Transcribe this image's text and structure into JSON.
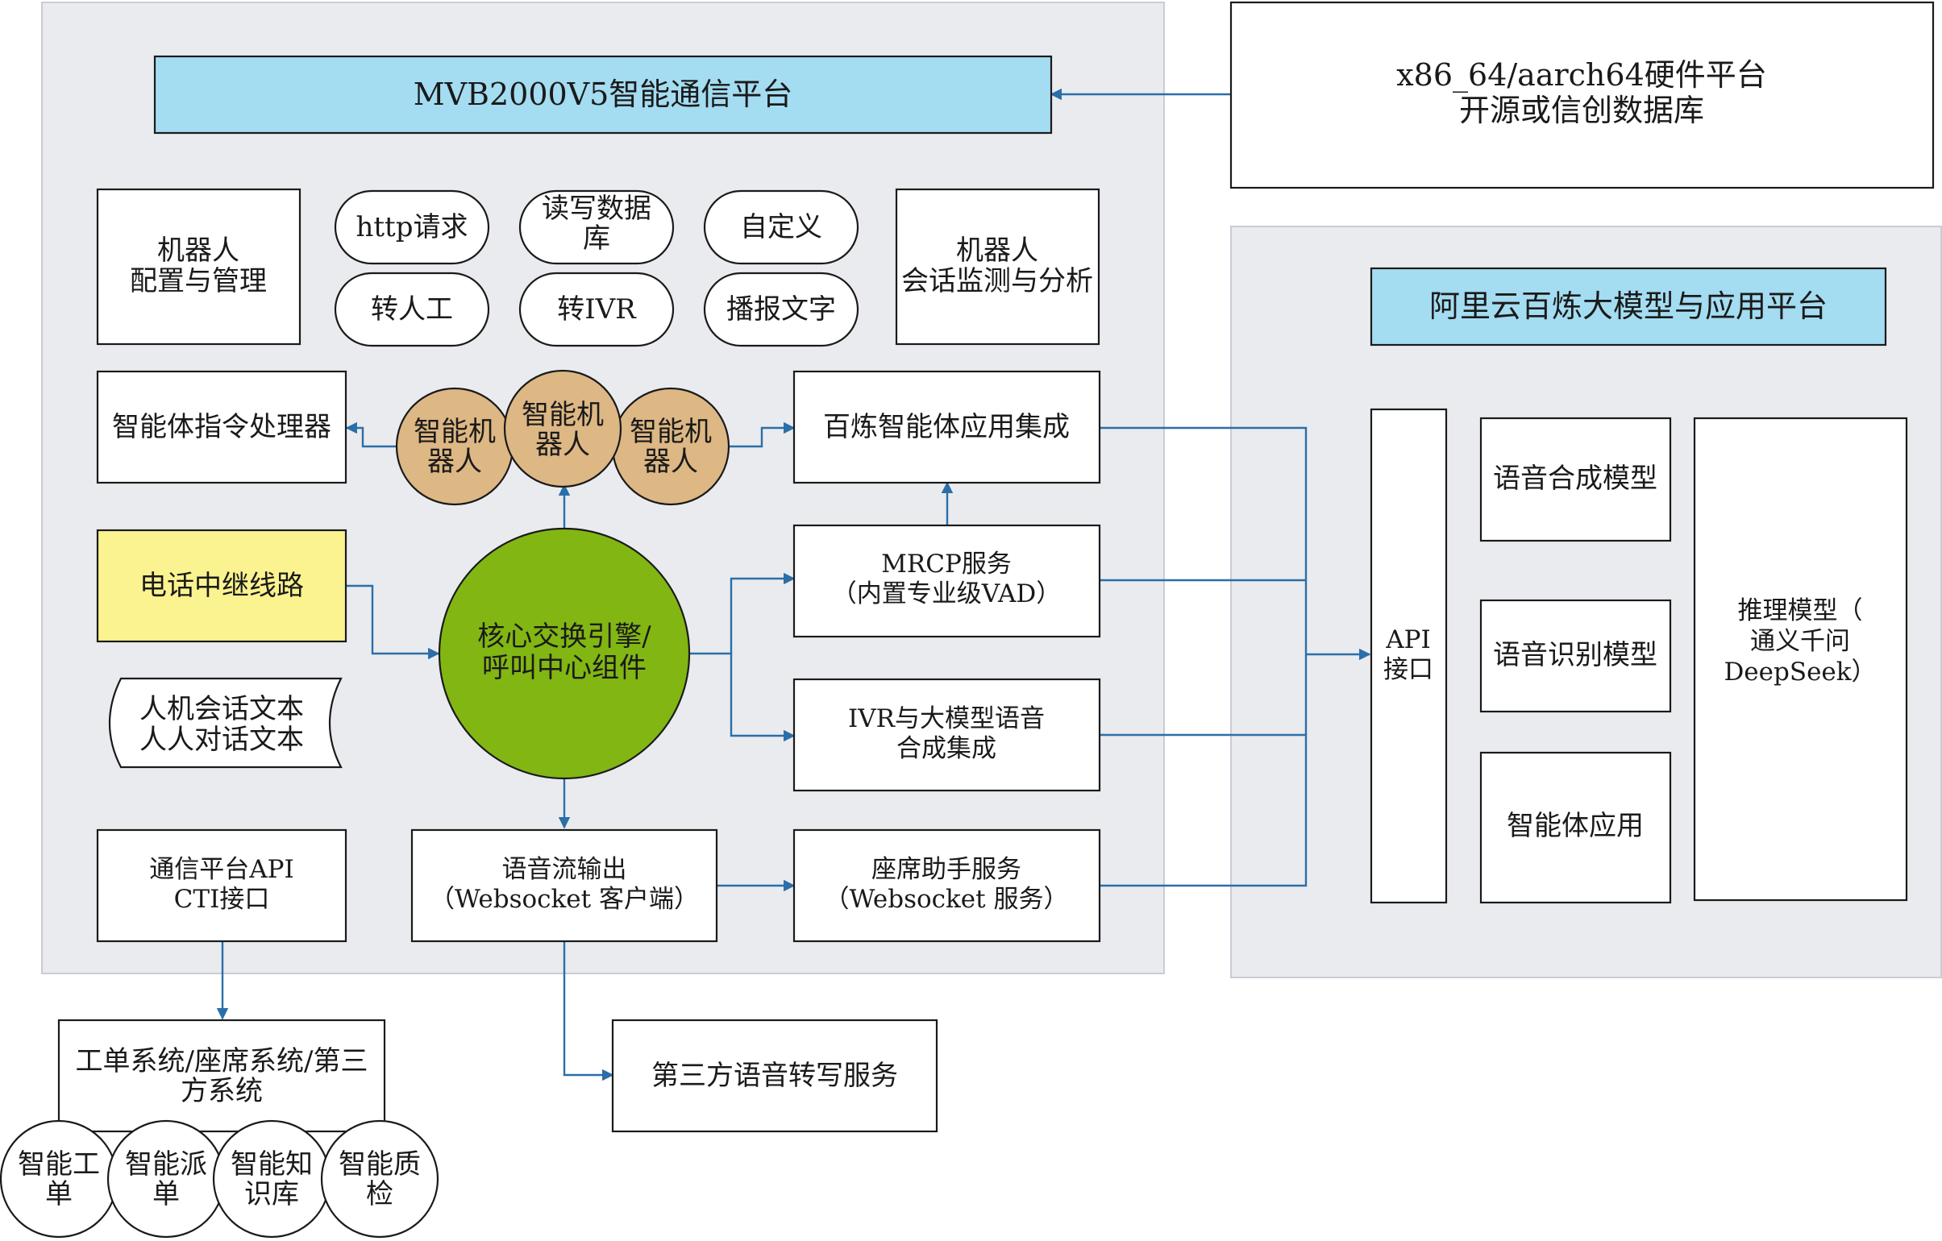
{
  "diagram": {
    "mvb_panel": {
      "title": "MVB2000V5智能通信平台",
      "robot_config": [
        "机器人",
        "配置与管理"
      ],
      "pills": [
        "http请求",
        "读写数据库",
        "自定义",
        "转人工",
        "转IVR",
        "播报文字"
      ],
      "robot_monitor": [
        "机器人",
        "会话监测与分析"
      ],
      "agent_processor": "智能体指令处理器",
      "robots": [
        [
          "智能机",
          "器人"
        ],
        [
          "智能机",
          "器人"
        ],
        [
          "智能机",
          "器人"
        ]
      ],
      "bailian_integration": "百炼智能体应用集成",
      "phone_trunk": "电话中继线路",
      "core_engine": [
        "核心交换引擎/",
        "呼叫中心组件"
      ],
      "mrcp": [
        "MRCP服务",
        "（内置专业级VAD）"
      ],
      "dialog_text": [
        "人机会话文本",
        "人人对话文本"
      ],
      "ivr_tts": [
        "IVR与大模型语音",
        "合成集成"
      ],
      "api_cti": [
        "通信平台API",
        "CTI接口"
      ],
      "voice_stream": [
        "语音流输出",
        "（Websocket 客户端）"
      ],
      "agent_assist": [
        "座席助手服务",
        "（Websocket 服务）"
      ]
    },
    "hardware": [
      "x86_64/aarch64硬件平台",
      "开源或信创数据库"
    ],
    "aliyun_panel": {
      "title": "阿里云百炼大模型与应用平台",
      "api": [
        "API",
        "接口"
      ],
      "tts_model": "语音合成模型",
      "asr_model": "语音识别模型",
      "agent_app": "智能体应用",
      "inference": [
        "推理模型（",
        "通义千问",
        "DeepSeek）"
      ]
    },
    "work_systems": [
      "工单系统/座席系统/第三",
      "方系统"
    ],
    "smart_circles": [
      [
        "智能工",
        "单"
      ],
      [
        "智能派",
        "单"
      ],
      [
        "智能知",
        "识库"
      ],
      [
        "智能质",
        "检"
      ]
    ],
    "third_party_asr": "第三方语音转写服务"
  },
  "colors": {
    "panel": "#e9ebef",
    "title_bar": "#a4dcf1",
    "phone_trunk": "#fbf38f",
    "robot": "#ddb784",
    "core": "#82b613",
    "connector": "#2b6ea8"
  }
}
